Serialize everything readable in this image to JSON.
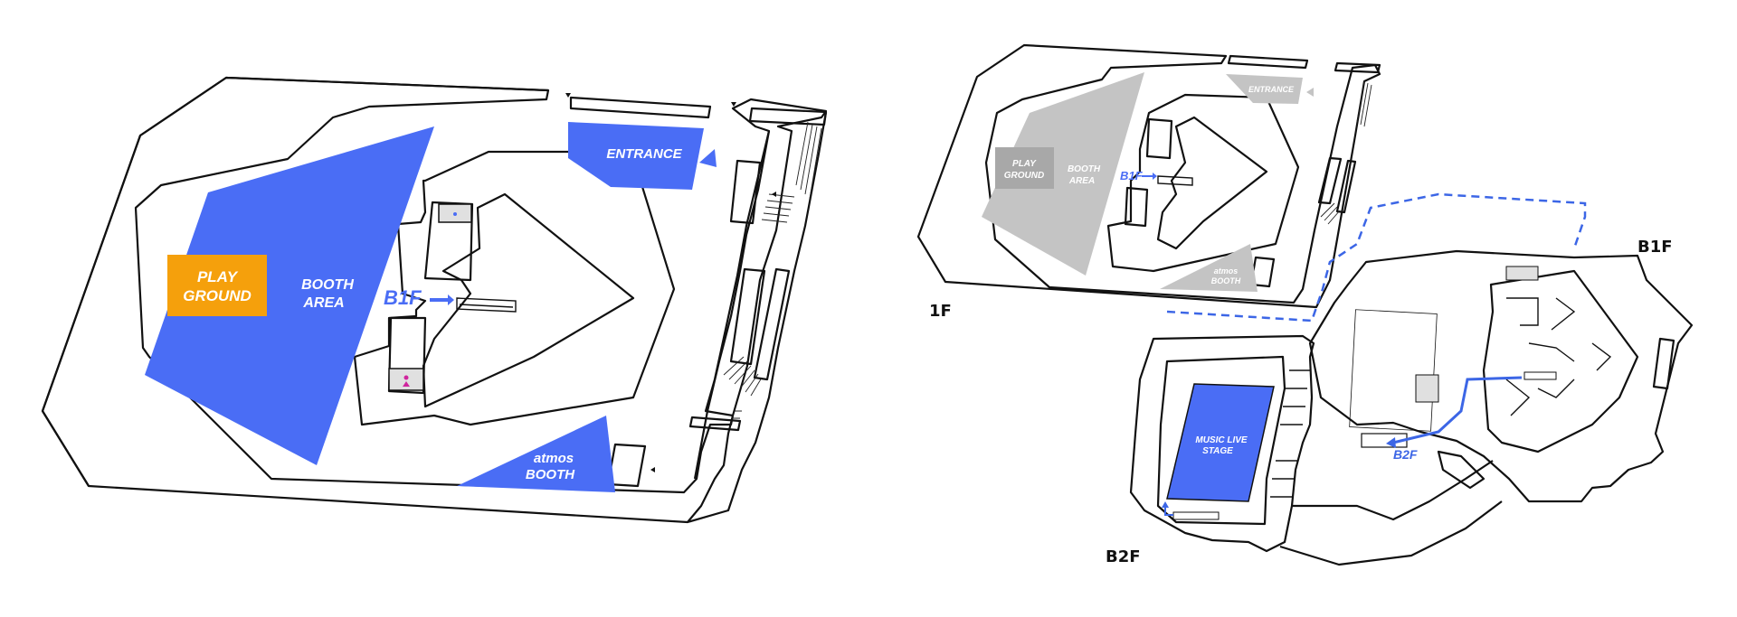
{
  "map_title": "",
  "colors": {
    "booth_blue": "#4a6df5",
    "playground_orange": "#f5a00c",
    "inactive_gray": "#c4c4c4",
    "inactive_dark_gray": "#a8a8a8",
    "route_blue": "#3c66e6",
    "wall": "#111111",
    "toilet_pink": "#d0259e"
  },
  "enlarged_b1f": {
    "zones": {
      "entrance": "ENTRANCE",
      "playground_line1": "PLAY",
      "playground_line2": "GROUND",
      "booth_line1": "BOOTH",
      "booth_line2": "AREA",
      "atmos_line1": "atmos",
      "atmos_line2": "BOOTH"
    },
    "stairs_marker": "B1F"
  },
  "overview": {
    "floor_labels": {
      "first": "1F",
      "basement1": "B1F",
      "basement2": "B2F"
    },
    "first_floor_zones": {
      "entrance": "ENTRANCE",
      "playground_line1": "PLAY",
      "playground_line2": "GROUND",
      "booth_line1": "BOOTH",
      "booth_line2": "AREA",
      "atmos_line1": "atmos",
      "atmos_line2": "BOOTH",
      "stairs_marker": "B1F"
    },
    "b1f_route_marker": "B2F",
    "b2f_stage_line1": "MUSIC LIVE",
    "b2f_stage_line2": "STAGE"
  }
}
